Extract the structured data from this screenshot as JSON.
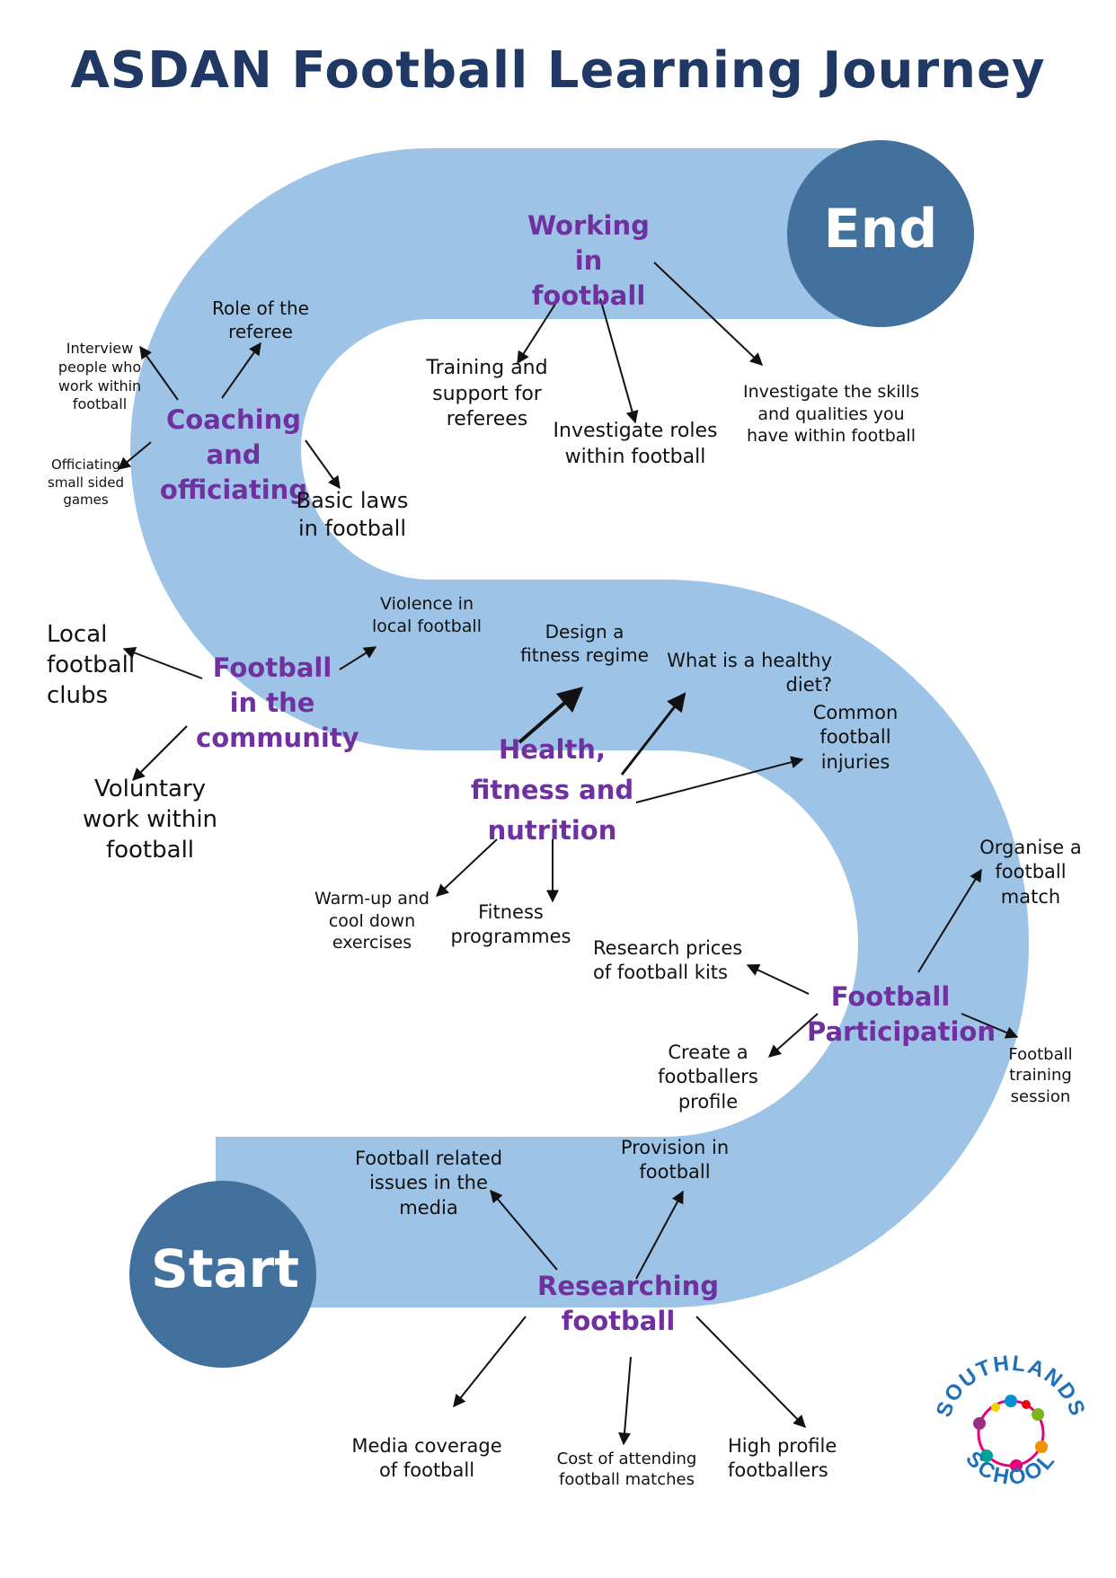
{
  "title": "ASDAN Football Learning Journey",
  "start_label": "Start",
  "end_label": "End",
  "topics": {
    "working": "Working in football",
    "coaching": "Coaching and officiating",
    "community": "Football in the community",
    "health": "Health, fitness and nutrition",
    "participation": "Football Participation",
    "researching": "Researching football"
  },
  "notes": {
    "training_referees": "Training and support for referees",
    "investigate_roles": "Investigate roles within football",
    "investigate_skills": "Investigate the skills and qualities you have within football",
    "role_referee": "Role of the referee",
    "interview": "Interview people who work within football",
    "officiating_small": "Officiating small sided games",
    "basic_laws": "Basic laws in football",
    "violence": "Violence in local football",
    "local_clubs": "Local football clubs",
    "voluntary": "Voluntary work within football",
    "design_fitness": "Design a fitness regime",
    "healthy_diet": "What is a healthy diet?",
    "injuries": "Common football injuries",
    "warm_up": "Warm-up and cool down exercises",
    "fitness_programmes": "Fitness programmes",
    "organise_match": "Organise a football match",
    "research_prices": "Research prices of football kits",
    "create_profile": "Create a footballers profile",
    "training_session": "Football training session",
    "media_issues": "Football related issues in the media",
    "provision": "Provision in football",
    "media_coverage": "Media coverage of football",
    "cost_attending": "Cost of attending football matches",
    "high_profile": "High profile footballers"
  },
  "logo": {
    "top_text": "SOUTHLANDS",
    "bottom_text": "SCHOOL"
  },
  "colors": {
    "road": "#9dc3e6",
    "circle": "#41719c",
    "title": "#1f3864",
    "topic": "#7030a0"
  }
}
